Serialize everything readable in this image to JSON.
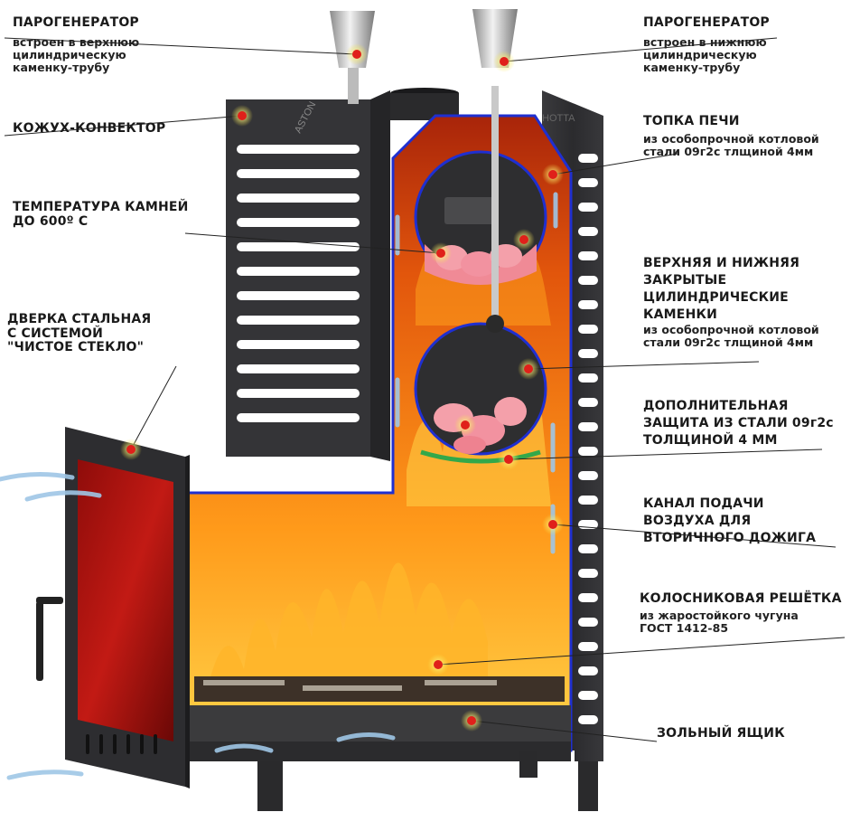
{
  "brand_marks": [
    "ASTON",
    "HOTTA"
  ],
  "colors": {
    "body_metal": "#2f2f31",
    "fire_orange": "#f07a10",
    "glass_red": "#a8120e",
    "outline_blue": "#1f2fd0",
    "callout_dot": "#e0201a",
    "callout_halo": "#f6e64a",
    "stone_pink": "#f08a96"
  },
  "callouts": [
    {
      "id": "steam-left",
      "title": [
        "ПАРОГЕНЕРАТОР"
      ],
      "sub": [
        "встроен в верхнюю",
        "цилиндрическую",
        "каменку-трубу"
      ]
    },
    {
      "id": "casing",
      "title": [
        "КОЖУХ-КОНВЕКТОР"
      ],
      "sub": []
    },
    {
      "id": "stone-temp",
      "title": [
        "ТЕМПЕРАТУРА КАМНЕЙ",
        "ДО 600º С"
      ],
      "sub": []
    },
    {
      "id": "door",
      "title": [
        "ДВЕРКА СТАЛЬНАЯ",
        "С СИСТЕМОЙ",
        "\"ЧИСТОЕ СТЕКЛО\""
      ],
      "sub": []
    },
    {
      "id": "steam-right",
      "title": [
        "ПАРОГЕНЕРАТОР"
      ],
      "sub": [
        "встроен в нижнюю",
        "цилиндрическую",
        "каменку-трубу"
      ]
    },
    {
      "id": "firebox",
      "title": [
        "ТОПКА ПЕЧИ"
      ],
      "sub": [
        "из особопрочной котловой",
        "стали 09г2с тлщиной 4мм"
      ]
    },
    {
      "id": "heaters",
      "title": [
        "ВЕРХНЯЯ И НИЖНЯЯ",
        "ЗАКРЫТЫЕ",
        "ЦИЛИНДРИЧЕСКИЕ",
        "КАМЕНКИ"
      ],
      "sub": [
        "из особопрочной котловой",
        "стали 09г2с тлщиной 4мм"
      ]
    },
    {
      "id": "extra-protection",
      "title": [
        "ДОПОЛНИТЕЛЬНАЯ",
        "ЗАЩИТА ИЗ СТАЛИ 09г2с",
        "ТОЛЩИНОЙ 4 ММ"
      ],
      "sub": []
    },
    {
      "id": "air-channel",
      "title": [
        "КАНАЛ ПОДАЧИ",
        "ВОЗДУХА ДЛЯ",
        "ВТОРИЧНОГО ДОЖИГА"
      ],
      "sub": []
    },
    {
      "id": "grate",
      "title": [
        "КОЛОСНИКОВАЯ РЕШЁТКА"
      ],
      "sub": [
        "из жаростойкого чугуна",
        "ГОСТ 1412-85"
      ]
    },
    {
      "id": "ash-box",
      "title": [
        "ЗОЛЬНЫЙ ЯЩИК"
      ],
      "sub": []
    }
  ]
}
